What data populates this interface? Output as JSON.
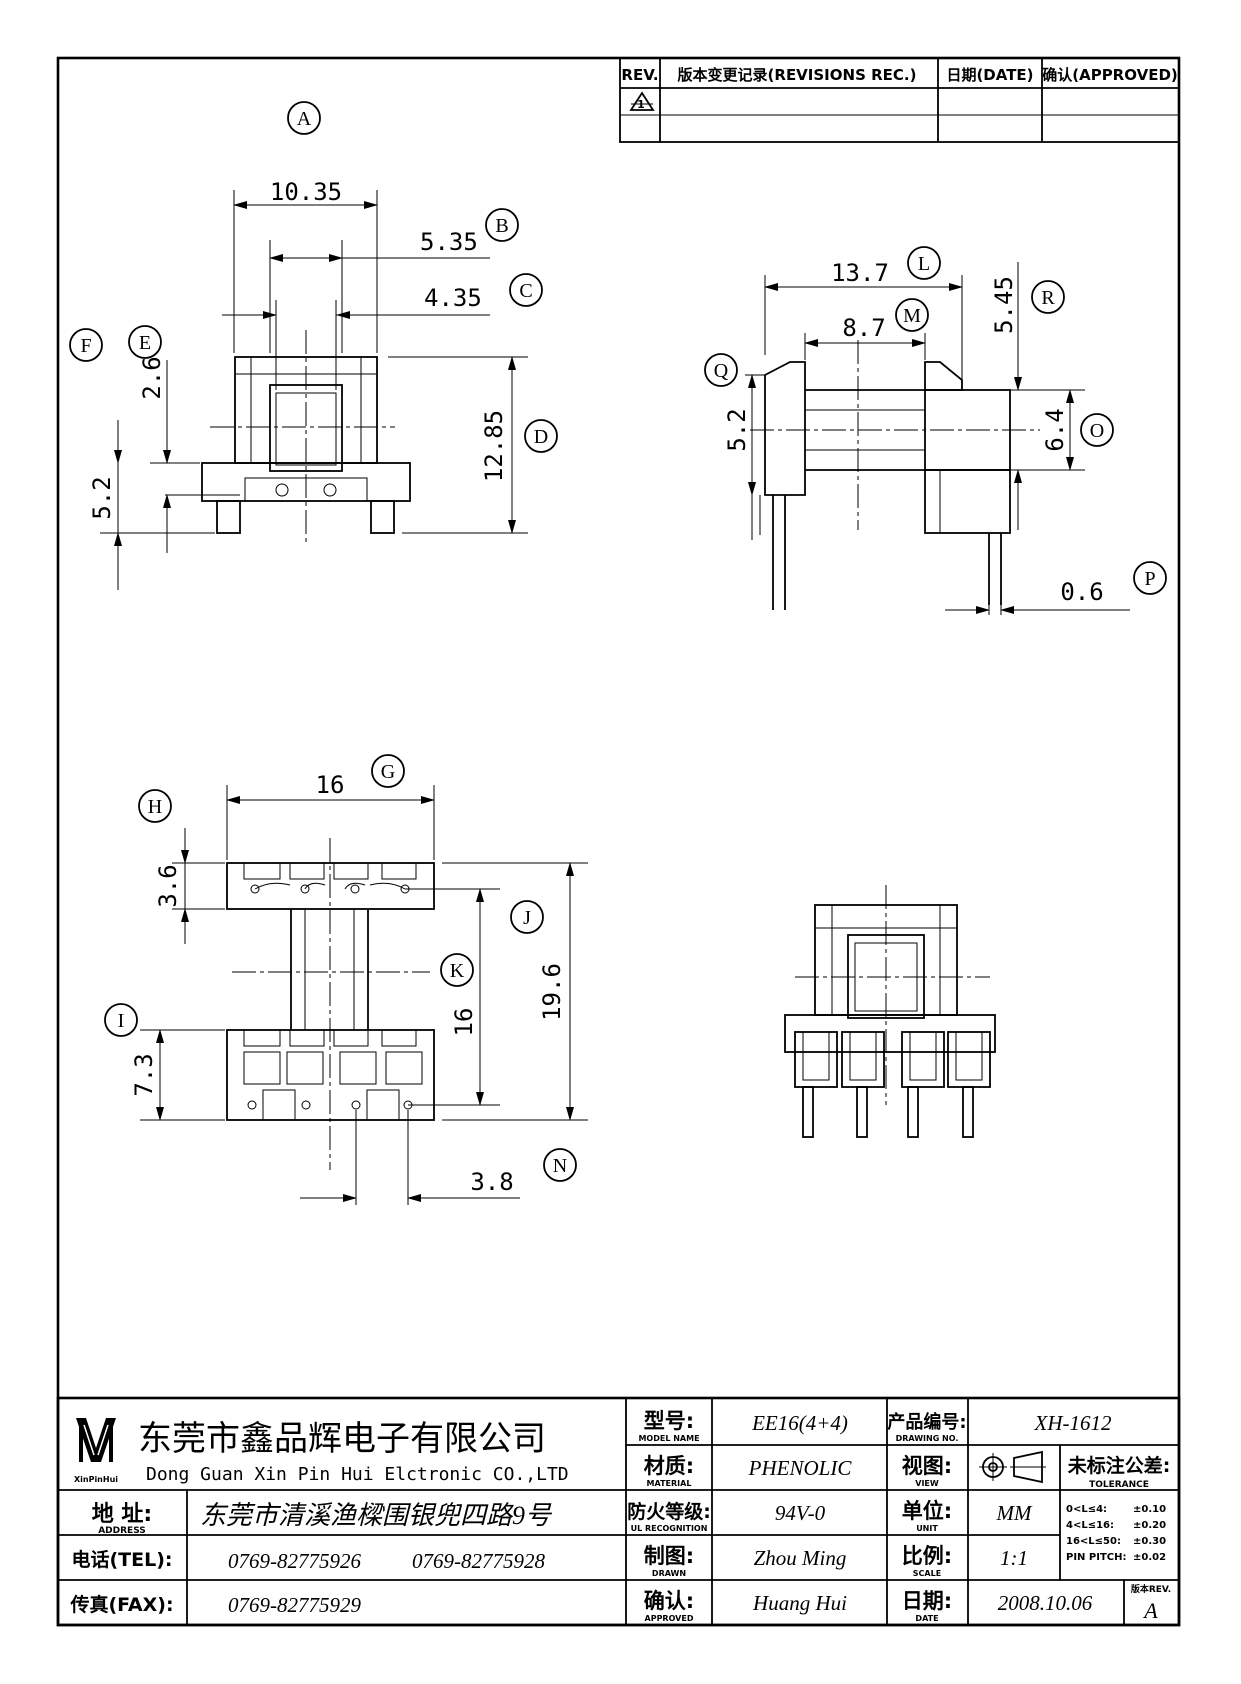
{
  "revision_block": {
    "headers": [
      "REV.",
      "版本变更记录(REVISIONS REC.)",
      "日期(DATE)",
      "确认(APPROVED)"
    ],
    "rows": [
      {
        "rev": "1",
        "record": "",
        "date": "",
        "approved": ""
      },
      {
        "rev": "",
        "record": "",
        "date": "",
        "approved": ""
      }
    ]
  },
  "views": {
    "front_view_label": "A"
  },
  "dimensions": {
    "A1": {
      "value": "10.35"
    },
    "B": {
      "value": "5.35",
      "tag": "B"
    },
    "C": {
      "value": "4.35",
      "tag": "C"
    },
    "D": {
      "value": "12.85",
      "tag": "D"
    },
    "E": {
      "value": "2.6",
      "tag": "E"
    },
    "F": {
      "value": "5.2",
      "tag": "F"
    },
    "L": {
      "value": "13.7",
      "tag": "L"
    },
    "M": {
      "value": "8.7",
      "tag": "M"
    },
    "R": {
      "value": "5.45",
      "tag": "R"
    },
    "Q": {
      "value": "5.2",
      "tag": "Q"
    },
    "O": {
      "value": "6.4",
      "tag": "O"
    },
    "P": {
      "value": "0.6",
      "tag": "P"
    },
    "G": {
      "value": "16",
      "tag": "G"
    },
    "H": {
      "value": "3.6",
      "tag": "H"
    },
    "J": {
      "value": "19.6",
      "tag": "J"
    },
    "K": {
      "value": "16",
      "tag": "K"
    },
    "I": {
      "value": "7.3",
      "tag": "I"
    },
    "N": {
      "value": "3.8",
      "tag": "N"
    }
  },
  "company": {
    "logo_text": "XinPinHui",
    "name_cn": "东莞市鑫品辉电子有限公司",
    "name_en": "Dong Guan Xin Pin Hui Elctronic CO.,LTD",
    "address_label": "地  址:",
    "address_label_en": "ADDRESS",
    "address": "东莞市清溪渔樑围银兜四路9号",
    "tel_label": "电话(TEL):",
    "tel1": "0769-82775926",
    "tel2": "0769-82775928",
    "fax_label": "传真(FAX):",
    "fax": "0769-82775929"
  },
  "title_block": {
    "model_label": "型号:",
    "model_label_en": "MODEL NAME",
    "model": "EE16(4+4)",
    "material_label": "材质:",
    "material_label_en": "MATERIAL",
    "material": "PHENOLIC",
    "fire_label": "防火等级:",
    "fire_label_en": "UL RECOGNITION",
    "fire": "94V-0",
    "drawn_label": "制图:",
    "drawn_label_en": "DRAWN",
    "drawn": "Zhou Ming",
    "approved_label": "确认:",
    "approved_label_en": "APPROVED",
    "approved": "Huang Hui",
    "drawing_no_label": "产品编号:",
    "drawing_no_label_en": "DRAWING NO.",
    "drawing_no": "XH-1612",
    "view_label": "视图:",
    "view_label_en": "VIEW",
    "unit_label": "单位:",
    "unit_label_en": "UNIT",
    "unit": "MM",
    "scale_label": "比例:",
    "scale_label_en": "SCALE",
    "scale": "1:1",
    "date_label": "日期:",
    "date_label_en": "DATE",
    "date": "2008.10.06",
    "tolerance_label": "未标注公差:",
    "tolerance_label_en": "TOLERANCE",
    "tolerances": [
      {
        "range": "0<L≤4:",
        "value": "±0.10"
      },
      {
        "range": "4<L≤16:",
        "value": "±0.20"
      },
      {
        "range": "16<L≤50:",
        "value": "±0.30"
      },
      {
        "range": "PIN PITCH:",
        "value": "±0.02"
      }
    ],
    "rev_label": "版本REV.",
    "rev": "A"
  }
}
